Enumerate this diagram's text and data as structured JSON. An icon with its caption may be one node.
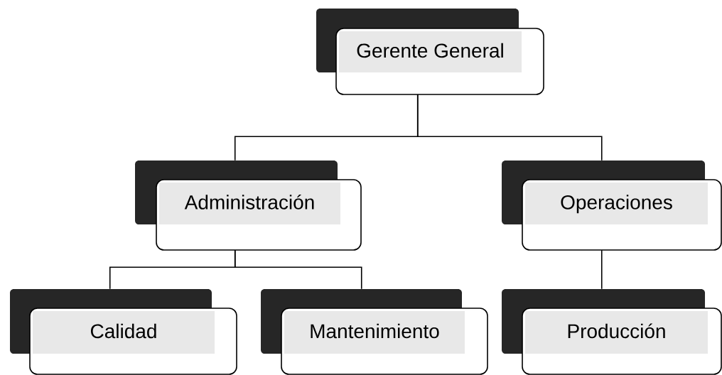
{
  "diagram": {
    "nodes": [
      {
        "text": [
          "Gerente General"
        ]
      },
      {
        "text": [
          "Administración"
        ]
      },
      {
        "text": [
          "Operaciones"
        ]
      },
      {
        "text": [
          "Calidad"
        ]
      },
      {
        "text": [
          "Mantenimiento"
        ]
      },
      {
        "text": [
          "Producción"
        ]
      }
    ],
    "edges": [
      {
        "from": 0,
        "to": 1,
        "arrow": "none"
      },
      {
        "from": 0,
        "to": 2,
        "arrow": "none"
      },
      {
        "from": 1,
        "to": 3,
        "arrow": "none"
      },
      {
        "from": 1,
        "to": 4,
        "arrow": "none"
      },
      {
        "from": 2,
        "to": 5,
        "arrow": "none"
      }
    ]
  }
}
